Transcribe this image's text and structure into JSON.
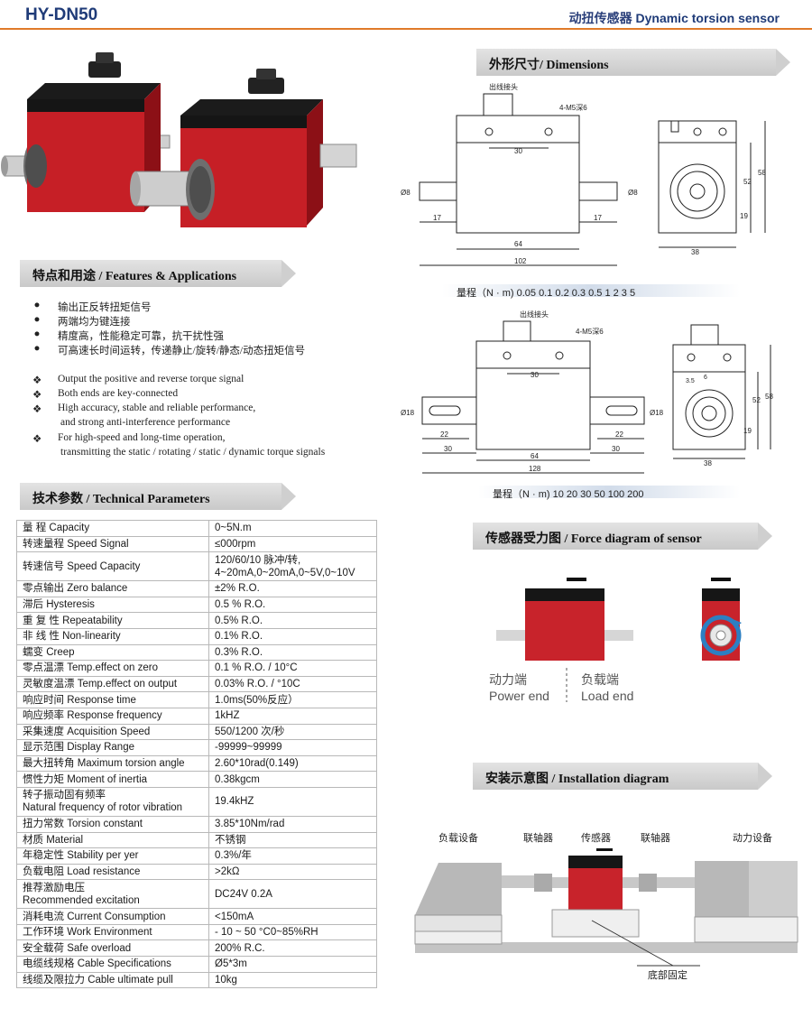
{
  "header": {
    "model": "HY-DN50",
    "subtitle_zh": "动扭传感器",
    "subtitle_en": "Dynamic torsion sensor"
  },
  "sections": {
    "dimensions": "外形尺寸/ Dimensions",
    "features": "特点和用途  / Features & Applications",
    "technical": "技术参数  / Technical Parameters",
    "force": "传感器受力图  / Force diagram of sensor",
    "install": "安装示意图  / Installation diagram"
  },
  "features_zh": [
    "输出正反转扭矩信号",
    "两端均为键连接",
    "精度高，性能稳定可靠，抗干扰性强",
    "可高速长时间运转，传递静止/旋转/静态/动态扭矩信号"
  ],
  "features_en": [
    "Output the positive and reverse torque signal",
    "Both ends are key-connected",
    "High accuracy, stable and reliable performance,",
    "and strong anti-interference performance",
    "For high-speed and long-time operation,",
    "transmitting the static / rotating / static / dynamic torque signals"
  ],
  "parameters": [
    {
      "k": "量       程 Capacity",
      "v": "0~5N.m"
    },
    {
      "k": "转速量程  Speed Signal",
      "v": "≤000rpm"
    },
    {
      "k": "转速信号 Speed Capacity",
      "v": "120/60/10 脉冲/转,",
      "v2": "4~20mA,0~20mA,0~5V,0~10V"
    },
    {
      "k": "零点输出 Zero balance",
      "v": "±2% R.O."
    },
    {
      "k": "滞后 Hysteresis",
      "v": "0.5 % R.O."
    },
    {
      "k": "重  复  性 Repeatability",
      "v": "0.5% R.O."
    },
    {
      "k": "非  线  性 Non-linearity",
      "v": "0.1% R.O."
    },
    {
      "k": "蠕变 Creep",
      "v": "0.3% R.O."
    },
    {
      "k": "零点温漂 Temp.effect on zero",
      "v": "0.1 % R.O. / 10°C"
    },
    {
      "k": "灵敏度温漂 Temp.effect on output",
      "v": "0.03% R.O. / °10C"
    },
    {
      "k": "响应时间 Response time",
      "v": "1.0ms(50%反应）"
    },
    {
      "k": "响应频率 Response frequency",
      "v": "1kHZ"
    },
    {
      "k": "采集速度 Acquisition Speed",
      "v": "550/1200 次/秒"
    },
    {
      "k": "显示范围 Display Range",
      "v": "-99999~99999"
    },
    {
      "k": "最大扭转角 Maximum torsion angle",
      "v": "2.60*10rad(0.149)"
    },
    {
      "k": "惯性力矩 Moment of inertia",
      "v": "0.38kgcm"
    },
    {
      "k": "转子振动固有频率",
      "k2": "Natural frequency of rotor vibration",
      "v": "19.4kHZ"
    },
    {
      "k": "扭力常数 Torsion constant",
      "v": "3.85*10Nm/rad"
    },
    {
      "k": "材质 Material",
      "v": "不锈钢"
    },
    {
      "k": "年稳定性 Stability per yer",
      "v": "0.3%/年"
    },
    {
      "k": "负载电阻 Load resistance",
      "v": ">2kΩ"
    },
    {
      "k": "推荐激励电压",
      "k2": "Recommended excitation",
      "v": "DC24V   0.2A"
    },
    {
      "k": "消耗电流 Current Consumption",
      "v": "<150mA"
    },
    {
      "k": "工作环境 Work Environment",
      "v": "- 10 ~ 50 °C0~85%RH"
    },
    {
      "k": "安全载荷 Safe overload",
      "v": "200% R.C."
    },
    {
      "k": "电缆线规格 Cable Specifications",
      "v": "Ø5*3m"
    },
    {
      "k": "线缆及限拉力 Cable ultimate pull",
      "v": "10kg"
    }
  ],
  "dimensions": {
    "range1": "量程（N · m)    0.05    0.1    0.2    0.3    0.5    1    2    3    5",
    "range2": "量程（N · m)    10    20    30    50    100    200",
    "label_connector": "出线接头",
    "label_hole": "4-M5深6",
    "d1": {
      "w30": "30",
      "w64": "64",
      "w102": "102",
      "w17": "17",
      "d8": "Ø8",
      "h52": "52",
      "h58": "58",
      "h19": "19",
      "w38": "38"
    },
    "d2": {
      "w30": "30",
      "w64": "64",
      "w128": "128",
      "w22": "22",
      "d18": "Ø18",
      "h52": "52",
      "h58": "58",
      "h19": "19",
      "w38": "38",
      "k35": "3.5",
      "k6": "6"
    }
  },
  "force": {
    "power_zh": "动力端",
    "power_en": "Power end",
    "load_zh": "负载端",
    "load_en": "Load end"
  },
  "install": {
    "load_equipment": "负载设备",
    "coupling1": "联轴器",
    "sensor": "传感器",
    "coupling2": "联轴器",
    "power_equipment": "动力设备",
    "base": "底部固定"
  },
  "colors": {
    "brand": "#1f3b78",
    "accent": "#e07a2a",
    "sensor_red": "#c8232b"
  }
}
